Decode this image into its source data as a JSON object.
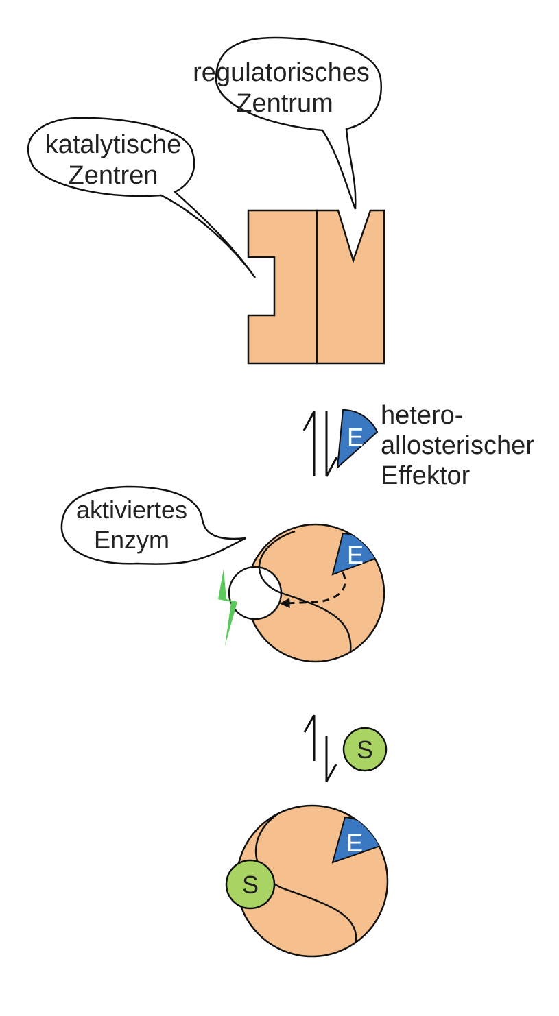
{
  "colors": {
    "enzyme": "#f5c08e",
    "effector": "#3b78c2",
    "substrate": "#a9d463",
    "activation_bolt": "#5ac85a",
    "stroke": "#111111"
  },
  "callouts": {
    "regulatory": {
      "line1": "regulatorisches",
      "line2": "Zentrum"
    },
    "catalytic": {
      "line1": "katalytische",
      "line2": "Zentren"
    },
    "activated": {
      "line1": "aktiviertes",
      "line2": "Enzym"
    }
  },
  "effector_label": {
    "line1": "hetero-",
    "line2": "allosterischer",
    "line3": "Effektor"
  },
  "effector_letter": "E",
  "substrate_letter": "S",
  "icons": [
    "equilibrium-arrows-icon",
    "lightning-bolt-icon",
    "induced-change-arrow-icon"
  ]
}
